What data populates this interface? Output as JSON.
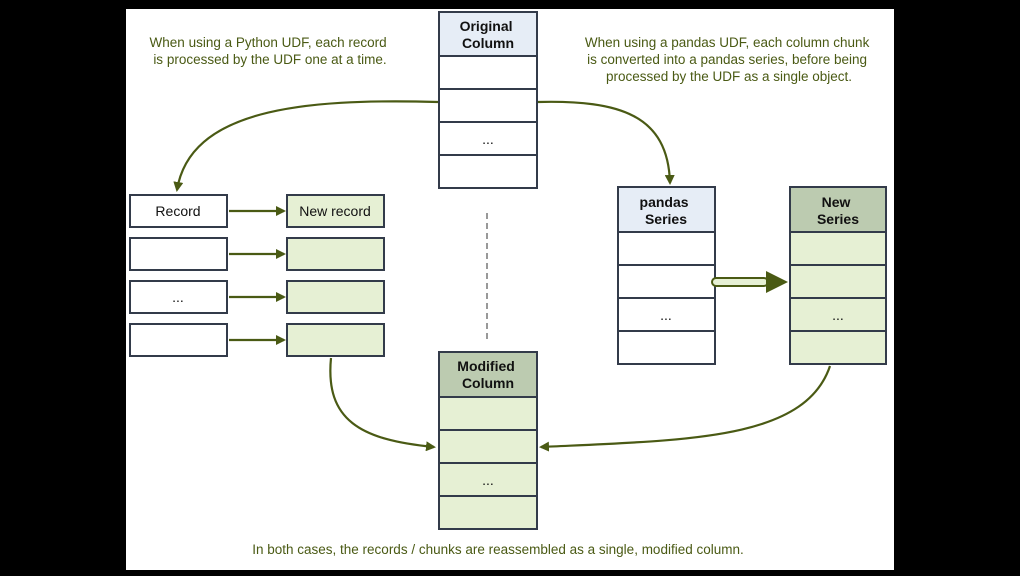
{
  "captions": {
    "python_udf": [
      "When using a Python UDF,  each record",
      "is processed by the UDF one at a time."
    ],
    "pandas_udf": [
      "When using a pandas UDF,  each column chunk",
      "is converted into a pandas series, before being",
      "processed by the UDF as a single object."
    ],
    "footer": "In both cases, the records / chunks are reassembled as a single, modified column."
  },
  "original_column": {
    "header": [
      "Original",
      "Column"
    ],
    "cells": [
      "",
      "",
      "...",
      ""
    ]
  },
  "records": {
    "left": [
      "Record",
      "",
      "...",
      ""
    ],
    "right": [
      "New record",
      "",
      "",
      ""
    ]
  },
  "pandas_series": {
    "header": [
      "pandas",
      "Series"
    ],
    "cells": [
      "",
      "",
      "...",
      ""
    ]
  },
  "new_series": {
    "header": [
      "New",
      "Series"
    ],
    "cells": [
      "",
      "",
      "...",
      ""
    ]
  },
  "modified_column": {
    "header": [
      "Modified",
      "Column"
    ],
    "cells": [
      "",
      "",
      "...",
      ""
    ]
  },
  "colors": {
    "arrow": "#4a5a14",
    "caption": "#4a5a14",
    "blue_header": "#e6edf6",
    "green_fill": "#e6f0d4",
    "green_header": "#bccbb0"
  }
}
